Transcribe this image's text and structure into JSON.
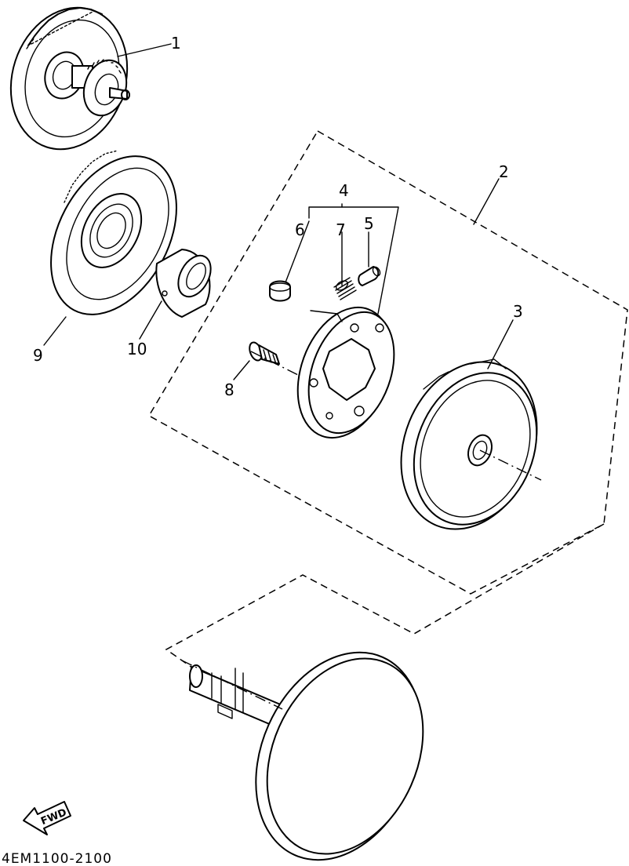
{
  "diagram": {
    "callouts": {
      "part_1": "1",
      "part_2": "2",
      "part_3": "3",
      "part_4": "4",
      "part_5": "5",
      "part_6": "6",
      "part_7": "7",
      "part_8": "8",
      "part_9": "9",
      "part_10": "10"
    },
    "direction_label": "FWD",
    "figure_code": "4EM1100-2100"
  }
}
